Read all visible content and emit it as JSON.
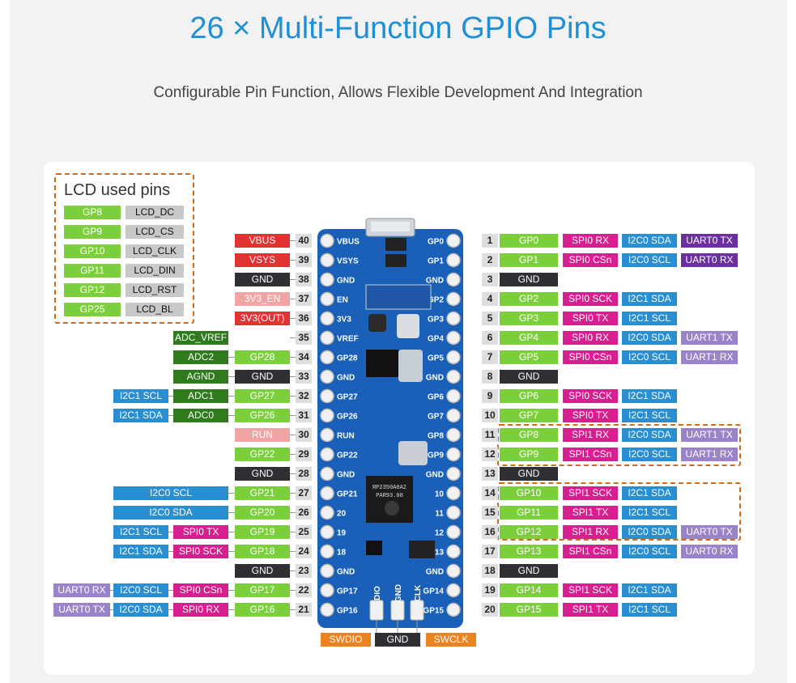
{
  "title": "26 × Multi-Function GPIO Pins",
  "subtitle": "Configurable Pin Function, Allows Flexible Development And Integration",
  "lcd_title": "LCD used pins",
  "colors": {
    "gpio": "#7ccf3c",
    "spi": "#d6208f",
    "i2c": "#2a8fd2",
    "uart": "#6b2fa0",
    "uart_light": "#9b83c9",
    "power": "#e23232",
    "power_light": "#f1a4a4",
    "gnd": "#2f2f34",
    "adc": "#2f7a1c",
    "lcd": "#c8c8c8",
    "swd": "#ea8320",
    "dash": "#d5690f",
    "board": "#1a5fb8"
  },
  "lcd_pins": [
    {
      "gp": "GP8",
      "fn": "LCD_DC"
    },
    {
      "gp": "GP9",
      "fn": "LCD_CS"
    },
    {
      "gp": "GP10",
      "fn": "LCD_CLK"
    },
    {
      "gp": "GP11",
      "fn": "LCD_DIN"
    },
    {
      "gp": "GP12",
      "fn": "LCD_RST"
    },
    {
      "gp": "GP25",
      "fn": "LCD_BL"
    }
  ],
  "left_pins": [
    {
      "num": "40",
      "silk": "VBUS",
      "labels": [
        {
          "t": "VBUS",
          "c": "power"
        }
      ]
    },
    {
      "num": "39",
      "silk": "VSYS",
      "labels": [
        {
          "t": "VSYS",
          "c": "power"
        }
      ]
    },
    {
      "num": "38",
      "silk": "GND",
      "labels": [
        {
          "t": "GND",
          "c": "gnd"
        }
      ]
    },
    {
      "num": "37",
      "silk": "EN",
      "labels": [
        {
          "t": "3V3_EN",
          "c": "power_light"
        }
      ]
    },
    {
      "num": "36",
      "silk": "3V3",
      "labels": [
        {
          "t": "3V3(OUT)",
          "c": "power"
        }
      ]
    },
    {
      "num": "35",
      "silk": "VREF",
      "labels": [
        {
          "t": "ADC_VREF",
          "c": "adc"
        }
      ]
    },
    {
      "num": "34",
      "silk": "GP28",
      "labels": [
        {
          "t": "GP28",
          "c": "gpio"
        },
        {
          "t": "ADC2",
          "c": "adc"
        }
      ]
    },
    {
      "num": "33",
      "silk": "GND",
      "labels": [
        {
          "t": "GND",
          "c": "gnd"
        },
        {
          "t": "AGND",
          "c": "adc"
        }
      ]
    },
    {
      "num": "32",
      "silk": "GP27",
      "labels": [
        {
          "t": "GP27",
          "c": "gpio"
        },
        {
          "t": "ADC1",
          "c": "adc"
        },
        {
          "t": "I2C1 SCL",
          "c": "i2c"
        }
      ]
    },
    {
      "num": "31",
      "silk": "GP26",
      "labels": [
        {
          "t": "GP26",
          "c": "gpio"
        },
        {
          "t": "ADC0",
          "c": "adc"
        },
        {
          "t": "I2C1 SDA",
          "c": "i2c"
        }
      ]
    },
    {
      "num": "30",
      "silk": "RUN",
      "labels": [
        {
          "t": "RUN",
          "c": "power_light"
        }
      ]
    },
    {
      "num": "29",
      "silk": "GP22",
      "labels": [
        {
          "t": "GP22",
          "c": "gpio"
        }
      ]
    },
    {
      "num": "28",
      "silk": "GND",
      "labels": [
        {
          "t": "GND",
          "c": "gnd"
        }
      ]
    },
    {
      "num": "27",
      "silk": "GP21",
      "labels": [
        {
          "t": "GP21",
          "c": "gpio"
        },
        {
          "t": "I2C0 SCL",
          "c": "i2c",
          "wide": true
        }
      ]
    },
    {
      "num": "26",
      "silk": "20",
      "labels": [
        {
          "t": "GP20",
          "c": "gpio"
        },
        {
          "t": "I2C0 SDA",
          "c": "i2c",
          "wide": true
        }
      ]
    },
    {
      "num": "25",
      "silk": "19",
      "labels": [
        {
          "t": "GP19",
          "c": "gpio"
        },
        {
          "t": "SPI0 TX",
          "c": "spi"
        },
        {
          "t": "I2C1 SCL",
          "c": "i2c"
        }
      ]
    },
    {
      "num": "24",
      "silk": "18",
      "labels": [
        {
          "t": "GP18",
          "c": "gpio"
        },
        {
          "t": "SPI0 SCK",
          "c": "spi"
        },
        {
          "t": "I2C1 SDA",
          "c": "i2c"
        }
      ]
    },
    {
      "num": "23",
      "silk": "GND",
      "labels": [
        {
          "t": "GND",
          "c": "gnd"
        }
      ]
    },
    {
      "num": "22",
      "silk": "GP17",
      "labels": [
        {
          "t": "GP17",
          "c": "gpio"
        },
        {
          "t": "SPI0 CSn",
          "c": "spi"
        },
        {
          "t": "I2C0 SCL",
          "c": "i2c"
        },
        {
          "t": "UART0 RX",
          "c": "uart_light"
        }
      ]
    },
    {
      "num": "21",
      "silk": "GP16",
      "labels": [
        {
          "t": "GP16",
          "c": "gpio"
        },
        {
          "t": "SPI0 RX",
          "c": "spi"
        },
        {
          "t": "I2C0 SDA",
          "c": "i2c"
        },
        {
          "t": "UART0 TX",
          "c": "uart_light"
        }
      ]
    }
  ],
  "right_pins": [
    {
      "num": "1",
      "silk": "GP0",
      "labels": [
        {
          "t": "GP0",
          "c": "gpio"
        },
        {
          "t": "SPI0 RX",
          "c": "spi"
        },
        {
          "t": "I2C0 SDA",
          "c": "i2c"
        },
        {
          "t": "UART0 TX",
          "c": "uart"
        }
      ]
    },
    {
      "num": "2",
      "silk": "GP1",
      "labels": [
        {
          "t": "GP1",
          "c": "gpio"
        },
        {
          "t": "SPI0 CSn",
          "c": "spi"
        },
        {
          "t": "I2C0 SCL",
          "c": "i2c"
        },
        {
          "t": "UART0 RX",
          "c": "uart"
        }
      ]
    },
    {
      "num": "3",
      "silk": "GND",
      "labels": [
        {
          "t": "GND",
          "c": "gnd"
        }
      ]
    },
    {
      "num": "4",
      "silk": "GP2",
      "labels": [
        {
          "t": "GP2",
          "c": "gpio"
        },
        {
          "t": "SPI0 SCK",
          "c": "spi"
        },
        {
          "t": "I2C1 SDA",
          "c": "i2c"
        }
      ]
    },
    {
      "num": "5",
      "silk": "GP3",
      "labels": [
        {
          "t": "GP3",
          "c": "gpio"
        },
        {
          "t": "SPI0 TX",
          "c": "spi"
        },
        {
          "t": "I2C1 SCL",
          "c": "i2c"
        }
      ]
    },
    {
      "num": "6",
      "silk": "GP4",
      "labels": [
        {
          "t": "GP4",
          "c": "gpio"
        },
        {
          "t": "SPI0 RX",
          "c": "spi"
        },
        {
          "t": "I2C0 SDA",
          "c": "i2c"
        },
        {
          "t": "UART1 TX",
          "c": "uart_light"
        }
      ]
    },
    {
      "num": "7",
      "silk": "GP5",
      "labels": [
        {
          "t": "GP5",
          "c": "gpio"
        },
        {
          "t": "SPI0 CSn",
          "c": "spi"
        },
        {
          "t": "I2C0 SCL",
          "c": "i2c"
        },
        {
          "t": "UART1 RX",
          "c": "uart_light"
        }
      ]
    },
    {
      "num": "8",
      "silk": "GND",
      "labels": [
        {
          "t": "GND",
          "c": "gnd"
        }
      ]
    },
    {
      "num": "9",
      "silk": "GP6",
      "labels": [
        {
          "t": "GP6",
          "c": "gpio"
        },
        {
          "t": "SPI0 SCK",
          "c": "spi"
        },
        {
          "t": "I2C1 SDA",
          "c": "i2c"
        }
      ]
    },
    {
      "num": "10",
      "silk": "GP7",
      "labels": [
        {
          "t": "GP7",
          "c": "gpio"
        },
        {
          "t": "SPI0 TX",
          "c": "spi"
        },
        {
          "t": "I2C1 SCL",
          "c": "i2c"
        }
      ]
    },
    {
      "num": "11",
      "silk": "GP8",
      "labels": [
        {
          "t": "GP8",
          "c": "gpio"
        },
        {
          "t": "SPI1 RX",
          "c": "spi"
        },
        {
          "t": "I2C0 SDA",
          "c": "i2c"
        },
        {
          "t": "UART1 TX",
          "c": "uart_light"
        }
      ]
    },
    {
      "num": "12",
      "silk": "GP9",
      "labels": [
        {
          "t": "GP9",
          "c": "gpio"
        },
        {
          "t": "SPI1 CSn",
          "c": "spi"
        },
        {
          "t": "I2C0 SCL",
          "c": "i2c"
        },
        {
          "t": "UART1 RX",
          "c": "uart_light"
        }
      ]
    },
    {
      "num": "13",
      "silk": "GND",
      "labels": [
        {
          "t": "GND",
          "c": "gnd"
        }
      ]
    },
    {
      "num": "14",
      "silk": "10",
      "labels": [
        {
          "t": "GP10",
          "c": "gpio"
        },
        {
          "t": "SPI1 SCK",
          "c": "spi"
        },
        {
          "t": "I2C1 SDA",
          "c": "i2c"
        }
      ]
    },
    {
      "num": "15",
      "silk": "11",
      "labels": [
        {
          "t": "GP11",
          "c": "gpio"
        },
        {
          "t": "SPI1 TX",
          "c": "spi"
        },
        {
          "t": "I2C1 SCL",
          "c": "i2c"
        }
      ]
    },
    {
      "num": "16",
      "silk": "12",
      "labels": [
        {
          "t": "GP12",
          "c": "gpio"
        },
        {
          "t": "SPI1 RX",
          "c": "spi"
        },
        {
          "t": "I2C0 SDA",
          "c": "i2c"
        },
        {
          "t": "UART0 TX",
          "c": "uart_light"
        }
      ]
    },
    {
      "num": "17",
      "silk": "GP13",
      "labels": [
        {
          "t": "GP13",
          "c": "gpio"
        },
        {
          "t": "SPI1 CSn",
          "c": "spi"
        },
        {
          "t": "I2C0 SCL",
          "c": "i2c"
        },
        {
          "t": "UART0 RX",
          "c": "uart_light"
        }
      ]
    },
    {
      "num": "18",
      "silk": "GND",
      "labels": [
        {
          "t": "GND",
          "c": "gnd"
        }
      ]
    },
    {
      "num": "19",
      "silk": "GP14",
      "labels": [
        {
          "t": "GP14",
          "c": "gpio"
        },
        {
          "t": "SPI1 SCK",
          "c": "spi"
        },
        {
          "t": "I2C1 SDA",
          "c": "i2c"
        }
      ]
    },
    {
      "num": "20",
      "silk": "GP15",
      "labels": [
        {
          "t": "GP15",
          "c": "gpio"
        },
        {
          "t": "SPI1 TX",
          "c": "spi"
        },
        {
          "t": "I2C1 SCL",
          "c": "i2c"
        }
      ]
    }
  ],
  "bottom_silk": [
    "DIO",
    "GND",
    "CLK"
  ],
  "bottom_labels": [
    {
      "t": "SWDIO",
      "c": "swd"
    },
    {
      "t": "GND",
      "c": "gnd"
    },
    {
      "t": "SWCLK",
      "c": "swd"
    }
  ],
  "chip_text": [
    "RP2350A0A2",
    "PAR93.00"
  ]
}
